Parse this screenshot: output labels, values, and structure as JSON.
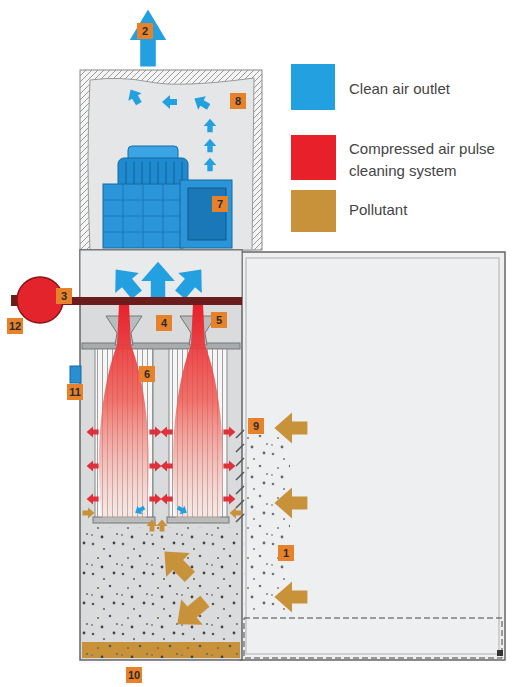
{
  "diagram": {
    "labels": [
      "2",
      "8",
      "7",
      "3",
      "5",
      "4",
      "12",
      "6",
      "11",
      "9",
      "1",
      "10"
    ],
    "legend": [
      {
        "text": "Clean air outlet",
        "color": "#22a0e0"
      },
      {
        "text": "Compressed air pulse cleaning system",
        "color": "#e8202a"
      },
      {
        "text": "Pollutant",
        "color": "#c8923a"
      }
    ]
  }
}
